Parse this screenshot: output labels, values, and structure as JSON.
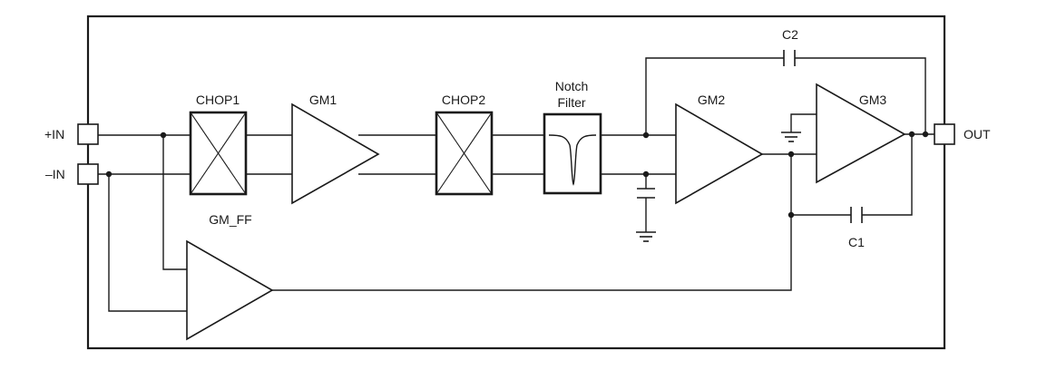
{
  "labels": {
    "in_plus": "+IN",
    "in_minus": "–IN",
    "out": "OUT",
    "chop1": "CHOP1",
    "chop2": "CHOP2",
    "gm1": "GM1",
    "gm2": "GM2",
    "gm3": "GM3",
    "gm_ff": "GM_FF",
    "notch_line1": "Notch",
    "notch_line2": "Filter",
    "c1": "C1",
    "c2": "C2"
  }
}
